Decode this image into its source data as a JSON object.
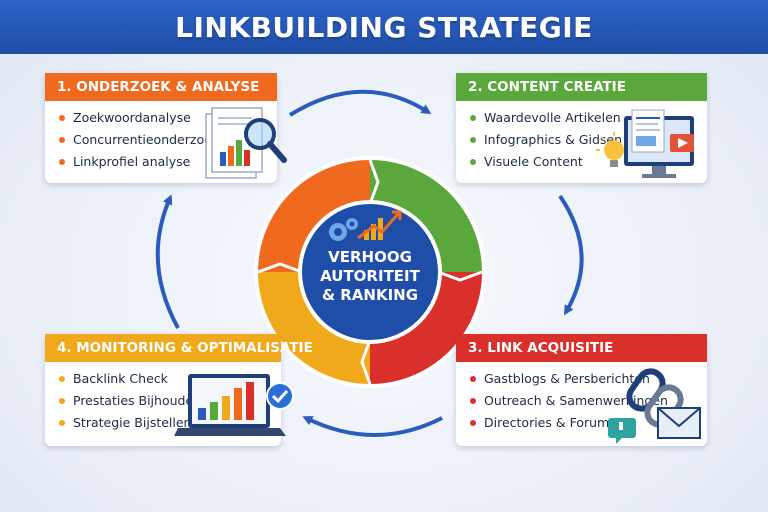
{
  "title": "LINKBUILDING STRATEGIE",
  "center": {
    "lines": [
      "VERHOOG",
      "AUTORITEIT",
      "& RANKING"
    ]
  },
  "steps": [
    {
      "title": "1. ONDERZOEK & ANALYSE",
      "color": "#ef6a1f",
      "items": [
        "Zoekwoordanalyse",
        "Concurrentieonderzoek",
        "Linkprofiel analyse"
      ]
    },
    {
      "title": "2. CONTENT CREATIE",
      "color": "#5aa83b",
      "items": [
        "Waardevolle Artikelen",
        "Infographics & Gidsen",
        "Visuele Content"
      ]
    },
    {
      "title": "3. LINK ACQUISITIE",
      "color": "#d9302c",
      "items": [
        "Gastblogs & Persberichten",
        "Outreach & Samenwerkingen",
        "Directories & Forums"
      ]
    },
    {
      "title": "4. MONITORING & OPTIMALISATIE",
      "color": "#f1a91c",
      "items": [
        "Backlink Check",
        "Prestaties Bijhouden",
        "Strategie Bijstellen"
      ]
    }
  ],
  "colors": {
    "header": "#2a5bbd",
    "arrow": "#2a5bbd",
    "center": "#1f4ea8"
  },
  "icons": [
    "magnifier-report-icon",
    "monitor-lightbulb-icon",
    "chain-envelope-icon",
    "laptop-chart-check-icon",
    "gear-chart-icon"
  ]
}
